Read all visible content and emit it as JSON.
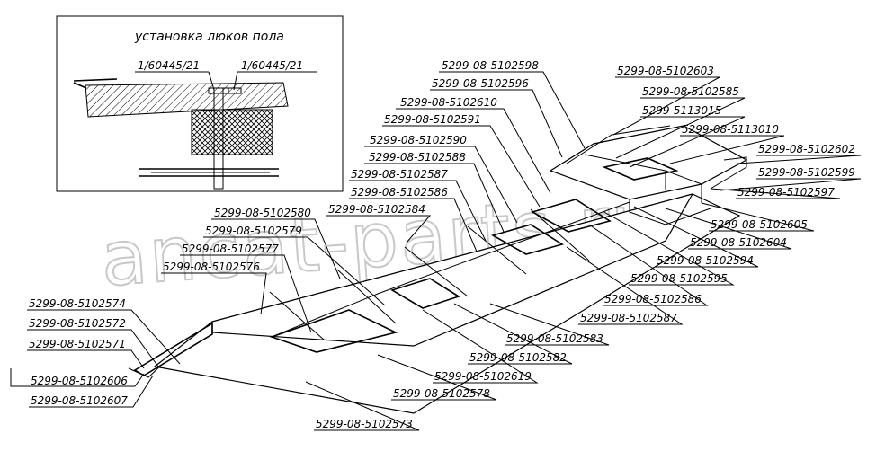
{
  "inset": {
    "title": "установка люков пола",
    "callouts": [
      "1/60445/21",
      "1/60445/21"
    ]
  },
  "watermark": "ancat-parts.ru",
  "parts": [
    "5299-08-5102598",
    "5299-08-5102596",
    "5299-08-5102610",
    "5299-08-5102591",
    "5299-08-5102590",
    "5299-08-5102588",
    "5299-08-5102587",
    "5299-08-5102586",
    "5299-08-5102584",
    "5299-08-5102580",
    "5299-08-5102579",
    "5299-08-5102577",
    "5299-08-5102576",
    "5299-08-5102574",
    "5299-08-5102572",
    "5299-08-5102571",
    "5299-08-5102606",
    "5299-08-5102607",
    "5299-08-5102573",
    "5299-08-5102578",
    "5299-08-5102619",
    "5299-08-5102582",
    "5299-08-5102583",
    "5299-08-5102587",
    "5299-08-5102586",
    "5299-08-5102595",
    "5299-08-5102594",
    "5299-08-5102604",
    "5299-08-5102605",
    "5299-08-5102597",
    "5299-08-5102599",
    "5299-08-5102602",
    "5299-08-5113010",
    "5299-5113015",
    "5299-08-5102585",
    "5299-08-5102603"
  ]
}
